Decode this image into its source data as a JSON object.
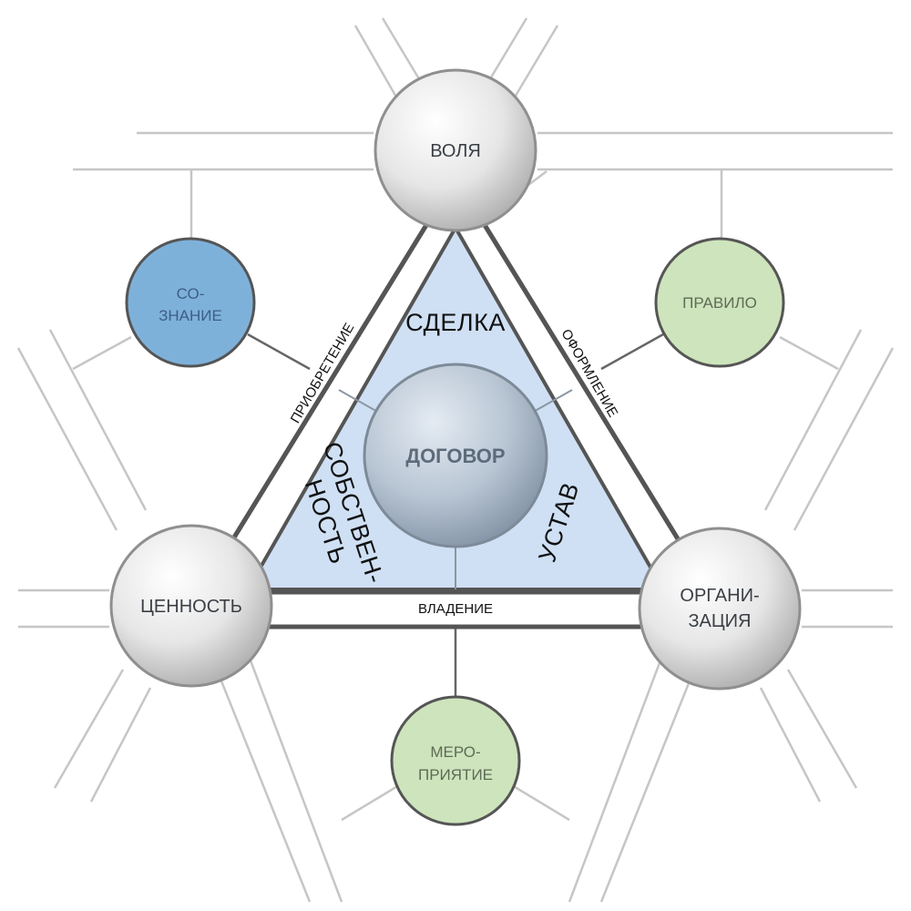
{
  "nodes": {
    "volya": "ВОЛЯ",
    "tsennost": "ЦЕННОСТЬ",
    "organizatsiya": [
      "ОРГАНИ-",
      "ЗАЦИЯ"
    ],
    "soznanie": [
      "СО-",
      "ЗНАНИЕ"
    ],
    "pravilo": "ПРАВИЛО",
    "meropriyatie": [
      "МЕРО-",
      "ПРИЯТИЕ"
    ],
    "dogovor": "ДОГОВОР"
  },
  "sectors": {
    "sdelka": "СДЕЛКА",
    "sobstvennost": [
      "СОБСТВЕН-",
      "НОСТЬ"
    ],
    "ustav": "УСТАВ"
  },
  "edges": {
    "priobretenie": "ПРИОБРЕТЕНИЕ",
    "oformlenie": "ОФОРМЛЕНИЕ",
    "vladenie": "ВЛАДЕНИЕ"
  },
  "colors": {
    "triangle_fill": "#cfe0f4",
    "blue_node": "#7eb1da",
    "green_node": "#cde4bc",
    "line_gray": "#bdbdbd",
    "dark_outline": "#555555"
  }
}
